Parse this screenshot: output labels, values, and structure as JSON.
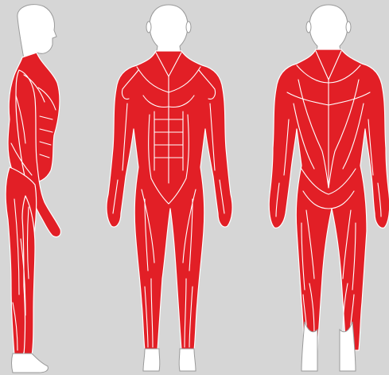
{
  "illustration": {
    "views": [
      "side",
      "front",
      "back"
    ],
    "colors": {
      "background": "#d6d6d6",
      "muscle": "#e21f26",
      "outline": "#ffffff",
      "head": "#ffffff"
    }
  }
}
